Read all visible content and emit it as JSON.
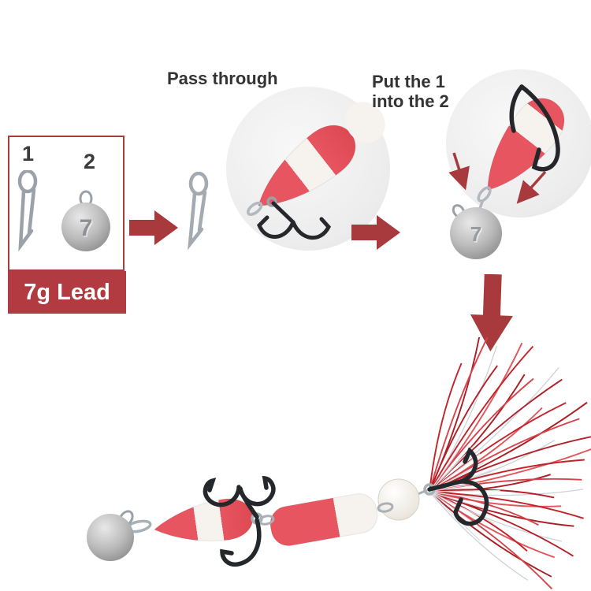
{
  "colors": {
    "accent_red": "#a8393c",
    "banner_red": "#b13b41",
    "lure_red": "#e75560",
    "lure_white": "#f6f3ee",
    "lead_gray": "#b5b5b5",
    "hook_black": "#26282c",
    "tinsel_red": "#c3242b",
    "tinsel_silver": "#cdd2d6"
  },
  "kit": {
    "item1_label": "1",
    "item2_label": "2",
    "ball_number": "7",
    "banner_label": "7g Lead"
  },
  "steps": {
    "pass_through_label": "Pass through",
    "put_line1": "Put the 1",
    "put_line2": "into the 2",
    "ball_number": "7"
  },
  "icons": {
    "snap_clip": "snap-clip",
    "lead_ball": "lead-ball",
    "arrow_right": "arrow-right",
    "arrow_down": "arrow-down",
    "pointer_arrow": "pointer-arrow",
    "treble_hook": "treble-hook",
    "lure_body": "lure-body",
    "tinsel_tail": "tinsel-tail"
  }
}
